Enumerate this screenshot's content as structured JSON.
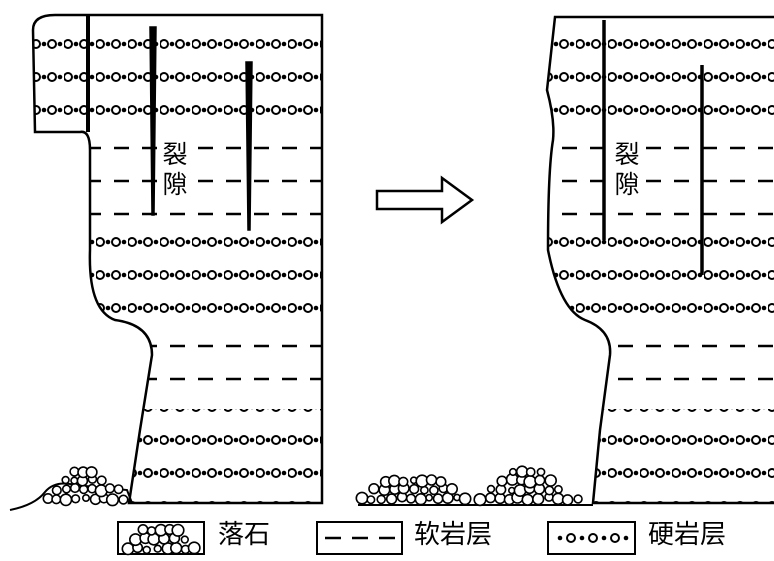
{
  "crack_label": [
    "裂",
    "隙"
  ],
  "legend": [
    {
      "key": "rockfall",
      "label": "落石"
    },
    {
      "key": "soft",
      "label": "软岩层"
    },
    {
      "key": "hard",
      "label": "硬岩层"
    }
  ],
  "colors": {
    "ink": "#000000",
    "background": "#ffffff"
  }
}
